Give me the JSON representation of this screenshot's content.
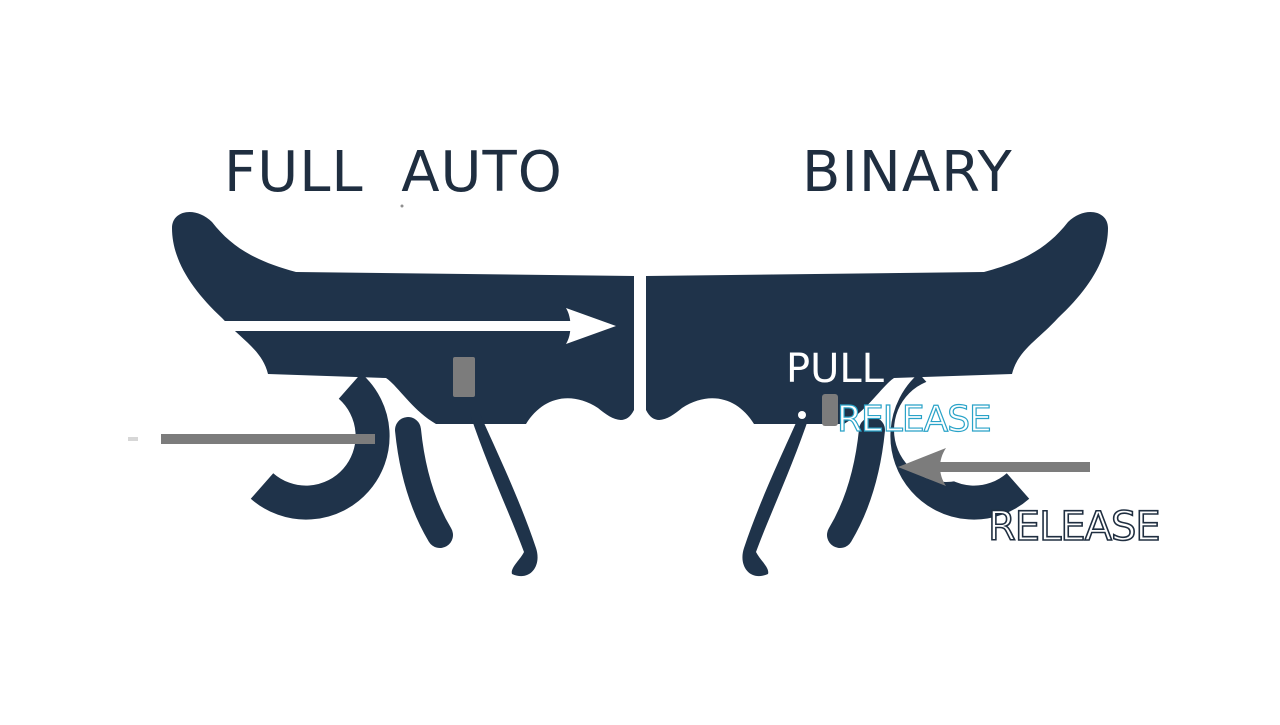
{
  "colors": {
    "trigger_fill": "#1f334a",
    "text_dark": "#1f2e40",
    "arrow_white": "#ffffff",
    "arrow_gray": "#7c7c7c",
    "accent_blue": "#2aa3c8",
    "background": "#ffffff"
  },
  "left": {
    "title": "FULL  AUTO"
  },
  "right": {
    "title": "BINARY",
    "pull_label": "PULL",
    "release_inner_label": "RELEASE",
    "release_outer_label": "RELEASE"
  }
}
